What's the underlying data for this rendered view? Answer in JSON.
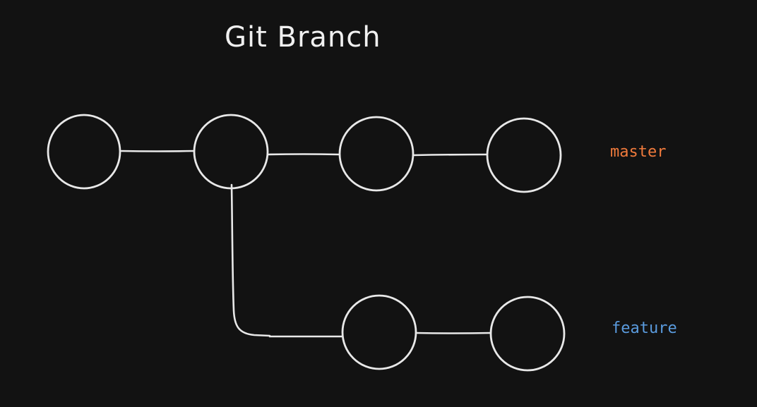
{
  "diagram": {
    "title": "Git Branch",
    "branches": [
      {
        "name": "master",
        "color": "#f07a3c"
      },
      {
        "name": "feature",
        "color": "#5a9bde"
      }
    ],
    "stroke_color": "#e8e8e8",
    "title_color": "#f0f0f0",
    "background": "#121212"
  }
}
